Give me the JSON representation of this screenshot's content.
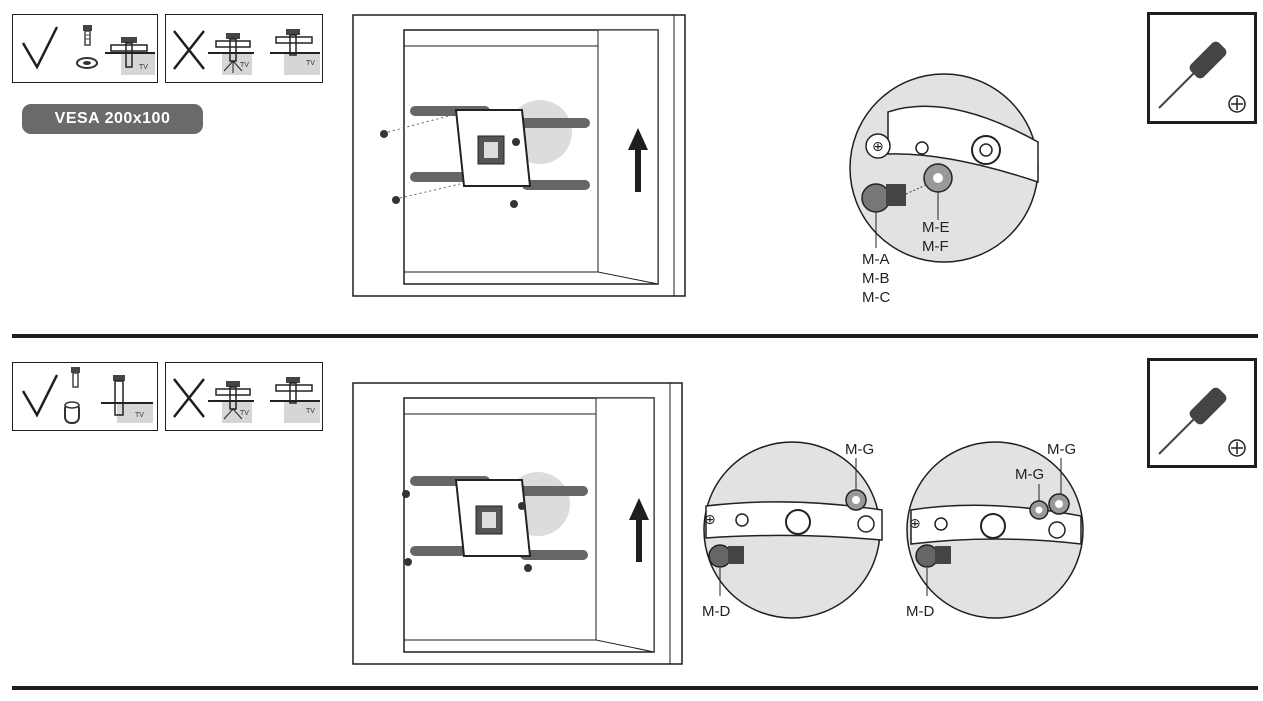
{
  "section1": {
    "vesa_label": "VESA 200x100",
    "callout_labels": {
      "screw": [
        "M-A",
        "M-B",
        "M-C"
      ],
      "washer": [
        "M-E",
        "M-F"
      ]
    }
  },
  "section2": {
    "callout_left": {
      "screw": "M-D",
      "spacer": "M-G"
    },
    "callout_right": {
      "screw": "M-D",
      "spacer_a": "M-G",
      "spacer_b": "M-G"
    }
  },
  "icons": {
    "correct": "check-icon",
    "wrong": "cross-icon",
    "tool": "phillips-screwdriver-icon",
    "direction": "up-arrow-icon"
  },
  "tv_mark": "TV",
  "colors": {
    "line": "#1e1e1e",
    "gray_fill": "#d6d6d6",
    "badge": "#6a6a6a",
    "callout": "#e2e2e2"
  }
}
